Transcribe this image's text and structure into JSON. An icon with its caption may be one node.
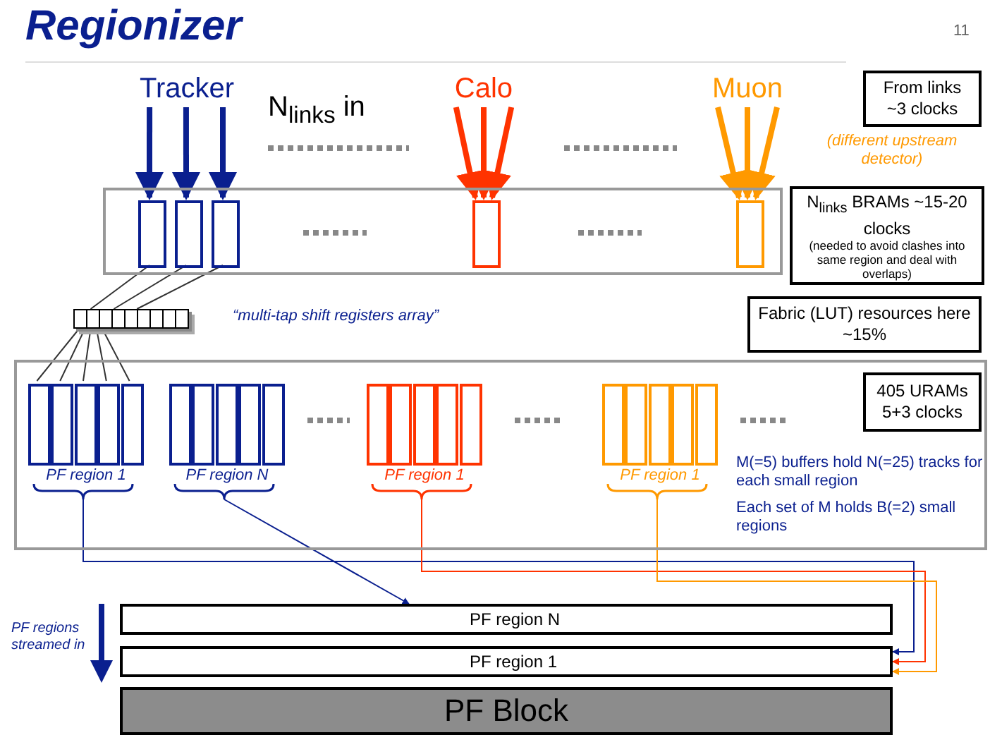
{
  "diagram": {
    "title": "Regionizer",
    "nodes": [
      {
        "text": [
          "Tracker"
        ]
      },
      {
        "text": [
          "Calo"
        ]
      },
      {
        "text": [
          "Muon"
        ]
      },
      {
        "text": [
          "From links ~3 clocks"
        ]
      },
      {
        "text": [],
        "shape": "box"
      },
      {
        "text": [],
        "shape": "box",
        "in": 4
      },
      {
        "text": [],
        "shape": "box",
        "in": 4
      },
      {
        "text": [],
        "shape": "box",
        "in": 4
      },
      {
        "text": [],
        "shape": "box",
        "in": 4
      },
      {
        "text": [],
        "shape": "box",
        "in": 4
      },
      {
        "text": [
          "N$_{links}$ BRAMs ~15-20 clocks",
          "(needed to avoid clashes into same region and deal with overlaps)"
        ]
      },
      {
        "text": [],
        "shape": "picture",
        "beside": [
          "“multi-tap shift registers array”"
        ]
      },
      {
        "text": [
          "Fabric (LUT) resources here ~15%"
        ]
      },
      {
        "text": [],
        "shape": "box"
      },
      {
        "text": [],
        "shape": "box",
        "in": 13,
        "beside": [
          "PF region 1"
        ]
      },
      {
        "text": [],
        "shape": "box",
        "in": 13,
        "beside": [
          "PF region N"
        ]
      },
      {
        "text": [],
        "shape": "box",
        "in": 13,
        "beside": [
          "PF region 1"
        ]
      },
      {
        "text": [],
        "shape": "box",
        "in": 13,
        "beside": [
          "PF region 1"
        ]
      },
      {
        "text": [
          "405 URAMs 5+3 clocks"
        ],
        "in": 13
      },
      {
        "text": [
          "PF region N"
        ]
      },
      {
        "text": [
          "PF region 1"
        ]
      },
      {
        "text": [
          "PF Block"
        ]
      }
    ],
    "edges": [
      {
        "from": 0,
        "to": 5,
        "arrow": "to",
        "style": "thick",
        "color": "#0a1f8f"
      },
      {
        "from": 0,
        "to": 6,
        "arrow": "to",
        "style": "thick",
        "color": "#0a1f8f"
      },
      {
        "from": 0,
        "to": 7,
        "arrow": "to",
        "style": "thick",
        "color": "#0a1f8f"
      },
      {
        "from": 1,
        "to": 8,
        "arrow": "to",
        "style": "thick",
        "color": "#ff3300"
      },
      {
        "from": 1,
        "to": 8,
        "arrow": "to",
        "style": "thick",
        "color": "#ff3300"
      },
      {
        "from": 1,
        "to": 8,
        "arrow": "to",
        "style": "thick",
        "color": "#ff3300"
      },
      {
        "from": 2,
        "to": 9,
        "arrow": "to",
        "style": "thick",
        "color": "#ff9900"
      },
      {
        "from": 2,
        "to": 9,
        "arrow": "to",
        "style": "thick",
        "color": "#ff9900"
      },
      {
        "from": 2,
        "to": 9,
        "arrow": "to",
        "style": "thick",
        "color": "#ff9900"
      },
      {
        "from": 5,
        "to": 11,
        "arrow": "none"
      },
      {
        "from": 6,
        "to": 11,
        "arrow": "none"
      },
      {
        "from": 7,
        "to": 11,
        "arrow": "none"
      },
      {
        "from": 11,
        "to": 14,
        "arrow": "none"
      },
      {
        "from": 11,
        "to": 14,
        "arrow": "none"
      },
      {
        "from": 11,
        "to": 14,
        "arrow": "none"
      },
      {
        "from": 11,
        "to": 14,
        "arrow": "none"
      },
      {
        "from": 11,
        "to": 14,
        "arrow": "none"
      },
      {
        "from": 14,
        "to": 20,
        "arrow": "to",
        "color": "#0a1f8f"
      },
      {
        "from": 15,
        "to": 19,
        "arrow": "to",
        "color": "#0a1f8f"
      },
      {
        "from": 16,
        "to": 20,
        "arrow": "to",
        "color": "#ff3300"
      },
      {
        "from": 17,
        "to": 20,
        "arrow": "to",
        "color": "#ff9900"
      }
    ],
    "labels": [
      "11",
      "N$_{links}$ in",
      "(different upstream detector)",
      "M(=5) buffers hold N(=25) tracks for each small region",
      "Each set of M holds B(=2) small regions",
      "PF regions streamed in"
    ]
  }
}
